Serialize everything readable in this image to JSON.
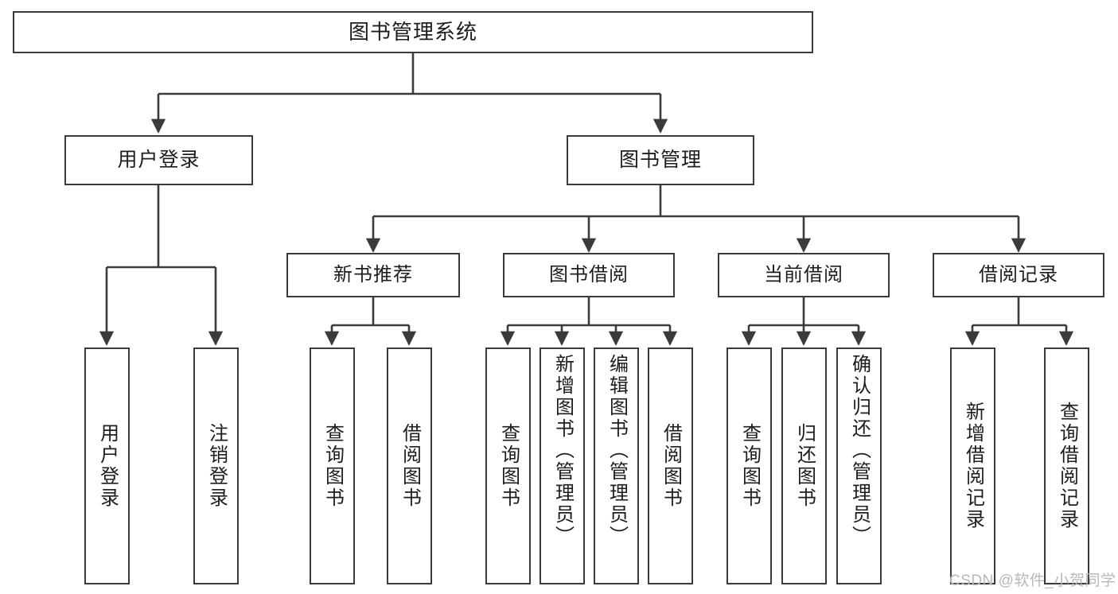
{
  "diagram": {
    "title": "图书管理系统",
    "type": "tree",
    "stroke_color": "#3b3b3b",
    "fill_color": "#ffffff",
    "text_color": "#1d1d1d",
    "watermark_color": "#b8b8b8"
  },
  "nodes": {
    "root": {
      "label": "图书管理系统"
    },
    "level2": [
      {
        "id": "user-login",
        "label": "用户登录"
      },
      {
        "id": "book-manage",
        "label": "图书管理"
      }
    ],
    "level3": [
      {
        "id": "new-book-recommend",
        "label": "新书推荐"
      },
      {
        "id": "book-borrow",
        "label": "图书借阅"
      },
      {
        "id": "current-borrow",
        "label": "当前借阅"
      },
      {
        "id": "borrow-record",
        "label": "借阅记录"
      }
    ],
    "leaves": {
      "user_login": [
        {
          "id": "leaf-user-login",
          "label": "用户登录"
        },
        {
          "id": "leaf-logout",
          "label": "注销登录"
        }
      ],
      "new_book_recommend": [
        {
          "id": "leaf-query-book-1",
          "label": "查询图书"
        },
        {
          "id": "leaf-borrow-book-1",
          "label": "借阅图书"
        }
      ],
      "book_borrow": [
        {
          "id": "leaf-query-book-2",
          "label": "查询图书"
        },
        {
          "id": "leaf-add-book",
          "label": "新增图书（管理员）"
        },
        {
          "id": "leaf-edit-book",
          "label": "编辑图书（管理员）"
        },
        {
          "id": "leaf-borrow-book-2",
          "label": "借阅图书"
        }
      ],
      "current_borrow": [
        {
          "id": "leaf-query-book-3",
          "label": "查询图书"
        },
        {
          "id": "leaf-return-book",
          "label": "归还图书"
        },
        {
          "id": "leaf-confirm-return",
          "label": "确认归还（管理员）"
        }
      ],
      "borrow_record": [
        {
          "id": "leaf-add-borrow-record",
          "label": "新增借阅记录"
        },
        {
          "id": "leaf-query-borrow-record",
          "label": "查询借阅记录"
        }
      ]
    }
  },
  "watermark": {
    "text": "CSDN @软件_小贺同学"
  },
  "chart_data": {
    "type": "tree",
    "title": "图书管理系统",
    "edges": [
      [
        "图书管理系统",
        "用户登录"
      ],
      [
        "图书管理系统",
        "图书管理"
      ],
      [
        "用户登录",
        "用户登录"
      ],
      [
        "用户登录",
        "注销登录"
      ],
      [
        "图书管理",
        "新书推荐"
      ],
      [
        "图书管理",
        "图书借阅"
      ],
      [
        "图书管理",
        "当前借阅"
      ],
      [
        "图书管理",
        "借阅记录"
      ],
      [
        "新书推荐",
        "查询图书"
      ],
      [
        "新书推荐",
        "借阅图书"
      ],
      [
        "图书借阅",
        "查询图书"
      ],
      [
        "图书借阅",
        "新增图书（管理员）"
      ],
      [
        "图书借阅",
        "编辑图书（管理员）"
      ],
      [
        "图书借阅",
        "借阅图书"
      ],
      [
        "当前借阅",
        "查询图书"
      ],
      [
        "当前借阅",
        "归还图书"
      ],
      [
        "当前借阅",
        "确认归还（管理员）"
      ],
      [
        "借阅记录",
        "新增借阅记录"
      ],
      [
        "借阅记录",
        "查询借阅记录"
      ]
    ]
  }
}
